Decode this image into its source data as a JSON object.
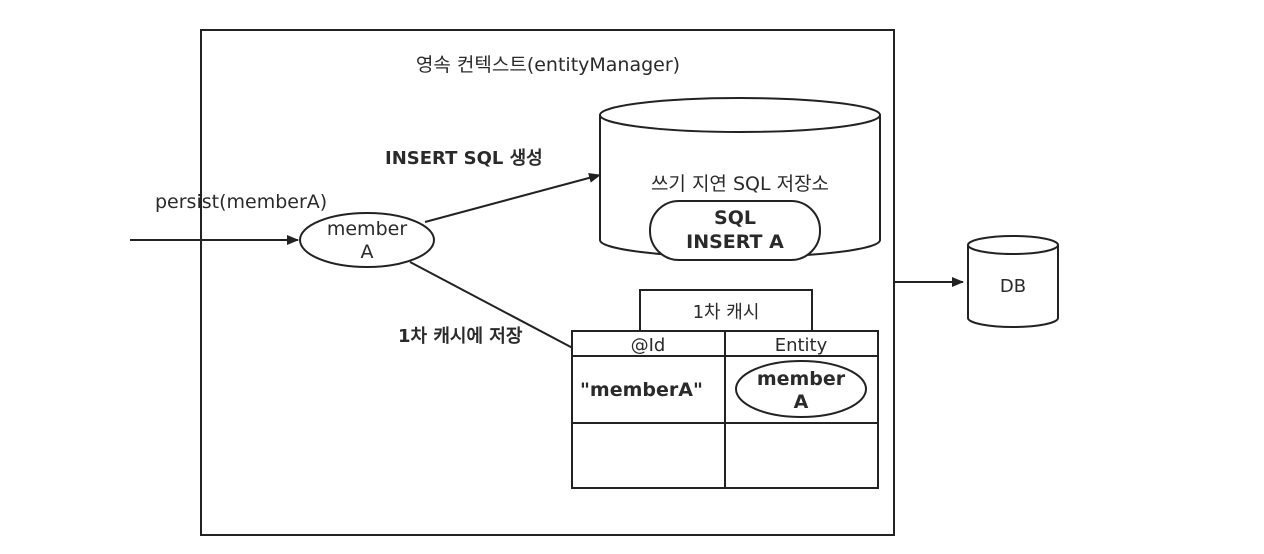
{
  "context": {
    "title": "영속 컨텍스트(entityManager)"
  },
  "call": {
    "label": "persist(memberA)"
  },
  "member_node": {
    "line1": "member",
    "line2": "A"
  },
  "edges": {
    "insert_sql": "INSERT SQL 생성",
    "cache_store": "1차 캐시에 저장"
  },
  "sql_store": {
    "title": "쓰기 지연 SQL 저장소",
    "item_line1": "SQL",
    "item_line2": "INSERT A"
  },
  "cache": {
    "title": "1차 캐시",
    "columns": [
      "@Id",
      "Entity"
    ],
    "rows": [
      {
        "id": "\"memberA\"",
        "entity_line1": "member",
        "entity_line2": "A"
      },
      {
        "id": "",
        "entity_line1": "",
        "entity_line2": ""
      }
    ]
  },
  "db": {
    "label": "DB"
  }
}
